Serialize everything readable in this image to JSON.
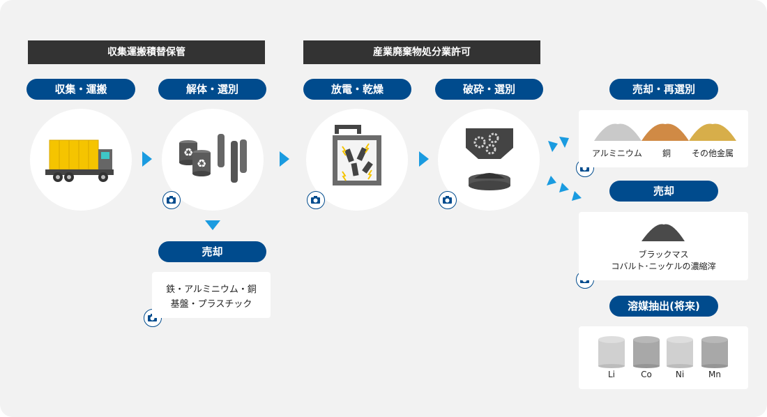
{
  "headers": {
    "collect_transport": "収集運搬積替保管",
    "industrial_waste": "産業廃棄物処分業許可"
  },
  "steps": {
    "collect": "収集・運搬",
    "dismantle": "解体・選別",
    "discharge": "放電・乾燥",
    "crush": "破砕・選別",
    "resell": "売却・再選別",
    "sale_lower": "売却",
    "sale_right": "売却",
    "solvent": "溶媒抽出(将来)"
  },
  "sale_box": {
    "line1": "鉄・アルミニウム・銅",
    "line2": "基盤・プラスチック"
  },
  "metals": {
    "aluminum": "アルミニウム",
    "copper": "銅",
    "other": "その他金属"
  },
  "black_mass": {
    "line1": "ブラックマス",
    "line2": "コバルト･ニッケルの濃縮滓"
  },
  "elements": [
    "Li",
    "Co",
    "Ni",
    "Mn"
  ],
  "colors": {
    "pill": "#004b8d",
    "band": "#333333",
    "arrow": "#1a9be0",
    "truck": "#f5c400",
    "panel": "#f2f2f2"
  },
  "icons": [
    "truck-icon",
    "battery-cells-icon",
    "discharge-box-icon",
    "crusher-icon",
    "camera-icon"
  ]
}
